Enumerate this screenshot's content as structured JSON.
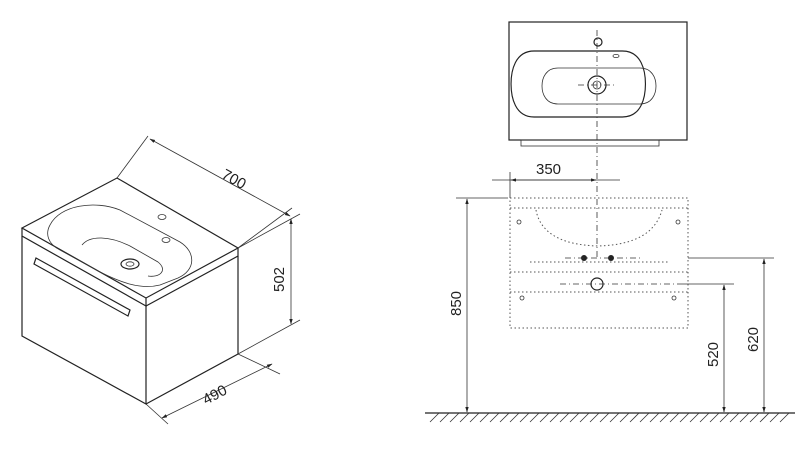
{
  "dimensions": {
    "width": "700",
    "height": "502",
    "depth": "490",
    "offset": "350",
    "overall_height": "850",
    "drain_height": "520",
    "pipe_height": "620"
  }
}
